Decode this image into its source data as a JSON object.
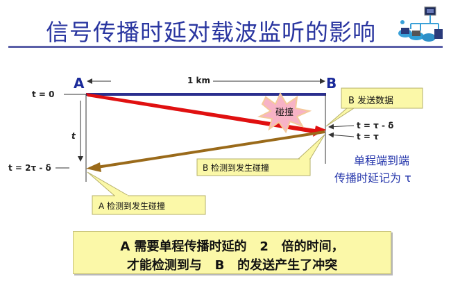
{
  "title": "信号传播时延对载波监听的影响",
  "labels": {
    "station_a": "A",
    "station_b": "B",
    "distance": "1 km",
    "t0": "t = 0",
    "t": "t",
    "t_2tau_delta": "t = 2τ - δ",
    "t_tau_delta": "t = τ - δ",
    "t_tau": "t = τ",
    "collision": "碰撞"
  },
  "callouts": {
    "b_send": "B  发送数据",
    "b_detect": "B  检测到发生碰撞",
    "a_detect": "A  检测到发生碰撞"
  },
  "note": {
    "line1": "单程端到端",
    "line2": "传播时延记为  τ"
  },
  "summary": {
    "line1": "A 需要单程传播时延的   2   倍的时间，",
    "line2": "才能检测到与   B   的发送产生了冲突"
  },
  "colors": {
    "title": "#2a36a0",
    "station": "#1a2a9a",
    "a_signal": "#e01010",
    "b_signal": "#9a6a1a",
    "callout_fill": "#fbf8a8",
    "burst": "#f7b3c6"
  }
}
